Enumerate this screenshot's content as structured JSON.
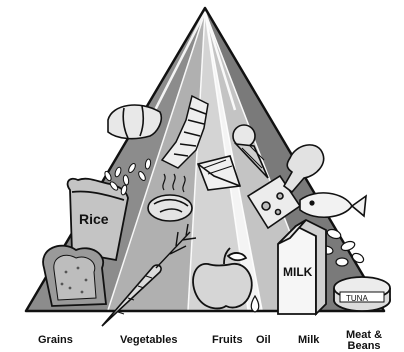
{
  "food_groups": [
    {
      "label": "Grains"
    },
    {
      "label": "Vegetables"
    },
    {
      "label": "Fruits"
    },
    {
      "label": "Oil"
    },
    {
      "label": "Milk"
    },
    {
      "label": "Meat &\nBeans"
    }
  ],
  "food_text": {
    "rice": "Rice",
    "milk": "MILK",
    "tuna": "TUNA"
  },
  "colors": {
    "grains": "#8c8c8c",
    "vegetables": "#b0b0b0",
    "fruits": "#d4d4d4",
    "oil": "#f4f4f4",
    "milk": "#c4c4c4",
    "meat": "#7a7a7a",
    "outline": "#111111"
  }
}
